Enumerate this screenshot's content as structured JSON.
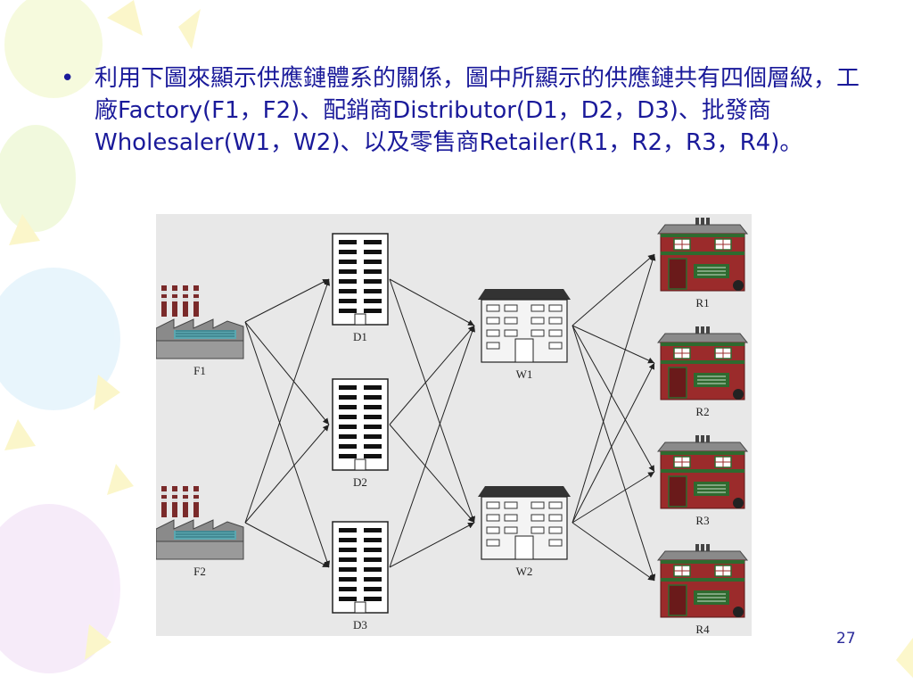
{
  "slide": {
    "bullet_text": "利用下圖來顯示供應鏈體系的關係，圖中所顯示的供應鏈共有四個層級，工廠Factory(F1，F2)、配銷商Distributor(D1，D2，D3)、批發商Wholesaler(W1，W2)、以及零售商Retailer(R1，R2，R3，R4)。",
    "page_number": "27"
  },
  "diagram": {
    "factories": [
      {
        "id": "f1",
        "label": "F1"
      },
      {
        "id": "f2",
        "label": "F2"
      }
    ],
    "distributors": [
      {
        "id": "d1",
        "label": "D1"
      },
      {
        "id": "d2",
        "label": "D2"
      },
      {
        "id": "d3",
        "label": "D3"
      }
    ],
    "wholesalers": [
      {
        "id": "w1",
        "label": "W1"
      },
      {
        "id": "w2",
        "label": "W2"
      }
    ],
    "retailers": [
      {
        "id": "r1",
        "label": "R1"
      },
      {
        "id": "r2",
        "label": "R2"
      },
      {
        "id": "r3",
        "label": "R3"
      },
      {
        "id": "r4",
        "label": "R4"
      }
    ],
    "links": [
      [
        "f1",
        "d1"
      ],
      [
        "f1",
        "d2"
      ],
      [
        "f1",
        "d3"
      ],
      [
        "f2",
        "d1"
      ],
      [
        "f2",
        "d2"
      ],
      [
        "f2",
        "d3"
      ],
      [
        "d1",
        "w1"
      ],
      [
        "d1",
        "w2"
      ],
      [
        "d2",
        "w1"
      ],
      [
        "d2",
        "w2"
      ],
      [
        "d3",
        "w1"
      ],
      [
        "d3",
        "w2"
      ],
      [
        "w1",
        "r1"
      ],
      [
        "w1",
        "r2"
      ],
      [
        "w1",
        "r3"
      ],
      [
        "w1",
        "r4"
      ],
      [
        "w2",
        "r1"
      ],
      [
        "w2",
        "r2"
      ],
      [
        "w2",
        "r3"
      ],
      [
        "w2",
        "r4"
      ]
    ]
  },
  "colors": {
    "text": "#1a1a9a",
    "diagram_bg": "#e8e8e8",
    "house_red": "#9b2b2b",
    "house_green": "#2f6a2f"
  }
}
